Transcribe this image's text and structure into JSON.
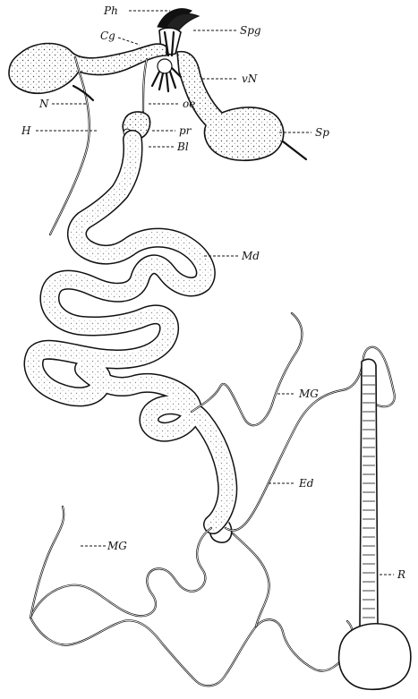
{
  "labels": {
    "ph": "Ph",
    "cg": "Cg",
    "spg": "Spg",
    "vn": "vN",
    "n": "N",
    "oe": "oe",
    "h": "H",
    "sp": "Sp",
    "pr": "pr",
    "bl": "Bl",
    "md": "Md",
    "mg_upper": "MG",
    "ed": "Ed",
    "mg_lower": "MG",
    "r": "R"
  }
}
